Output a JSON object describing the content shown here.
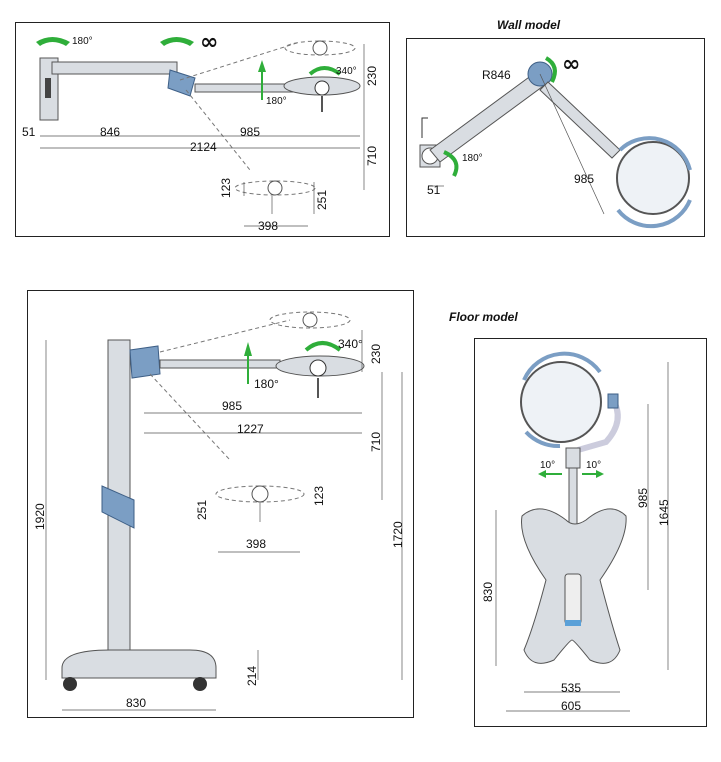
{
  "headings": {
    "wall": "Wall model",
    "floor": "Floor model"
  },
  "angles": {
    "a180": "180°",
    "a340": "340°",
    "a10": "10°",
    "infinity": "∞"
  },
  "radius": "R846",
  "dims": {
    "d51": "51",
    "d846": "846",
    "d985": "985",
    "d2124": "2124",
    "d230": "230",
    "d710": "710",
    "d123": "123",
    "d251": "251",
    "d398": "398",
    "d1227": "1227",
    "d1920": "1920",
    "d1720": "1720",
    "d214": "214",
    "d830": "830",
    "d1645": "1645",
    "d535": "535",
    "d605": "605"
  },
  "colors": {
    "rotation_arrow": "#2fae3a",
    "accent_blue": "#7b9ec4",
    "arm_grey": "#d9dde2"
  }
}
